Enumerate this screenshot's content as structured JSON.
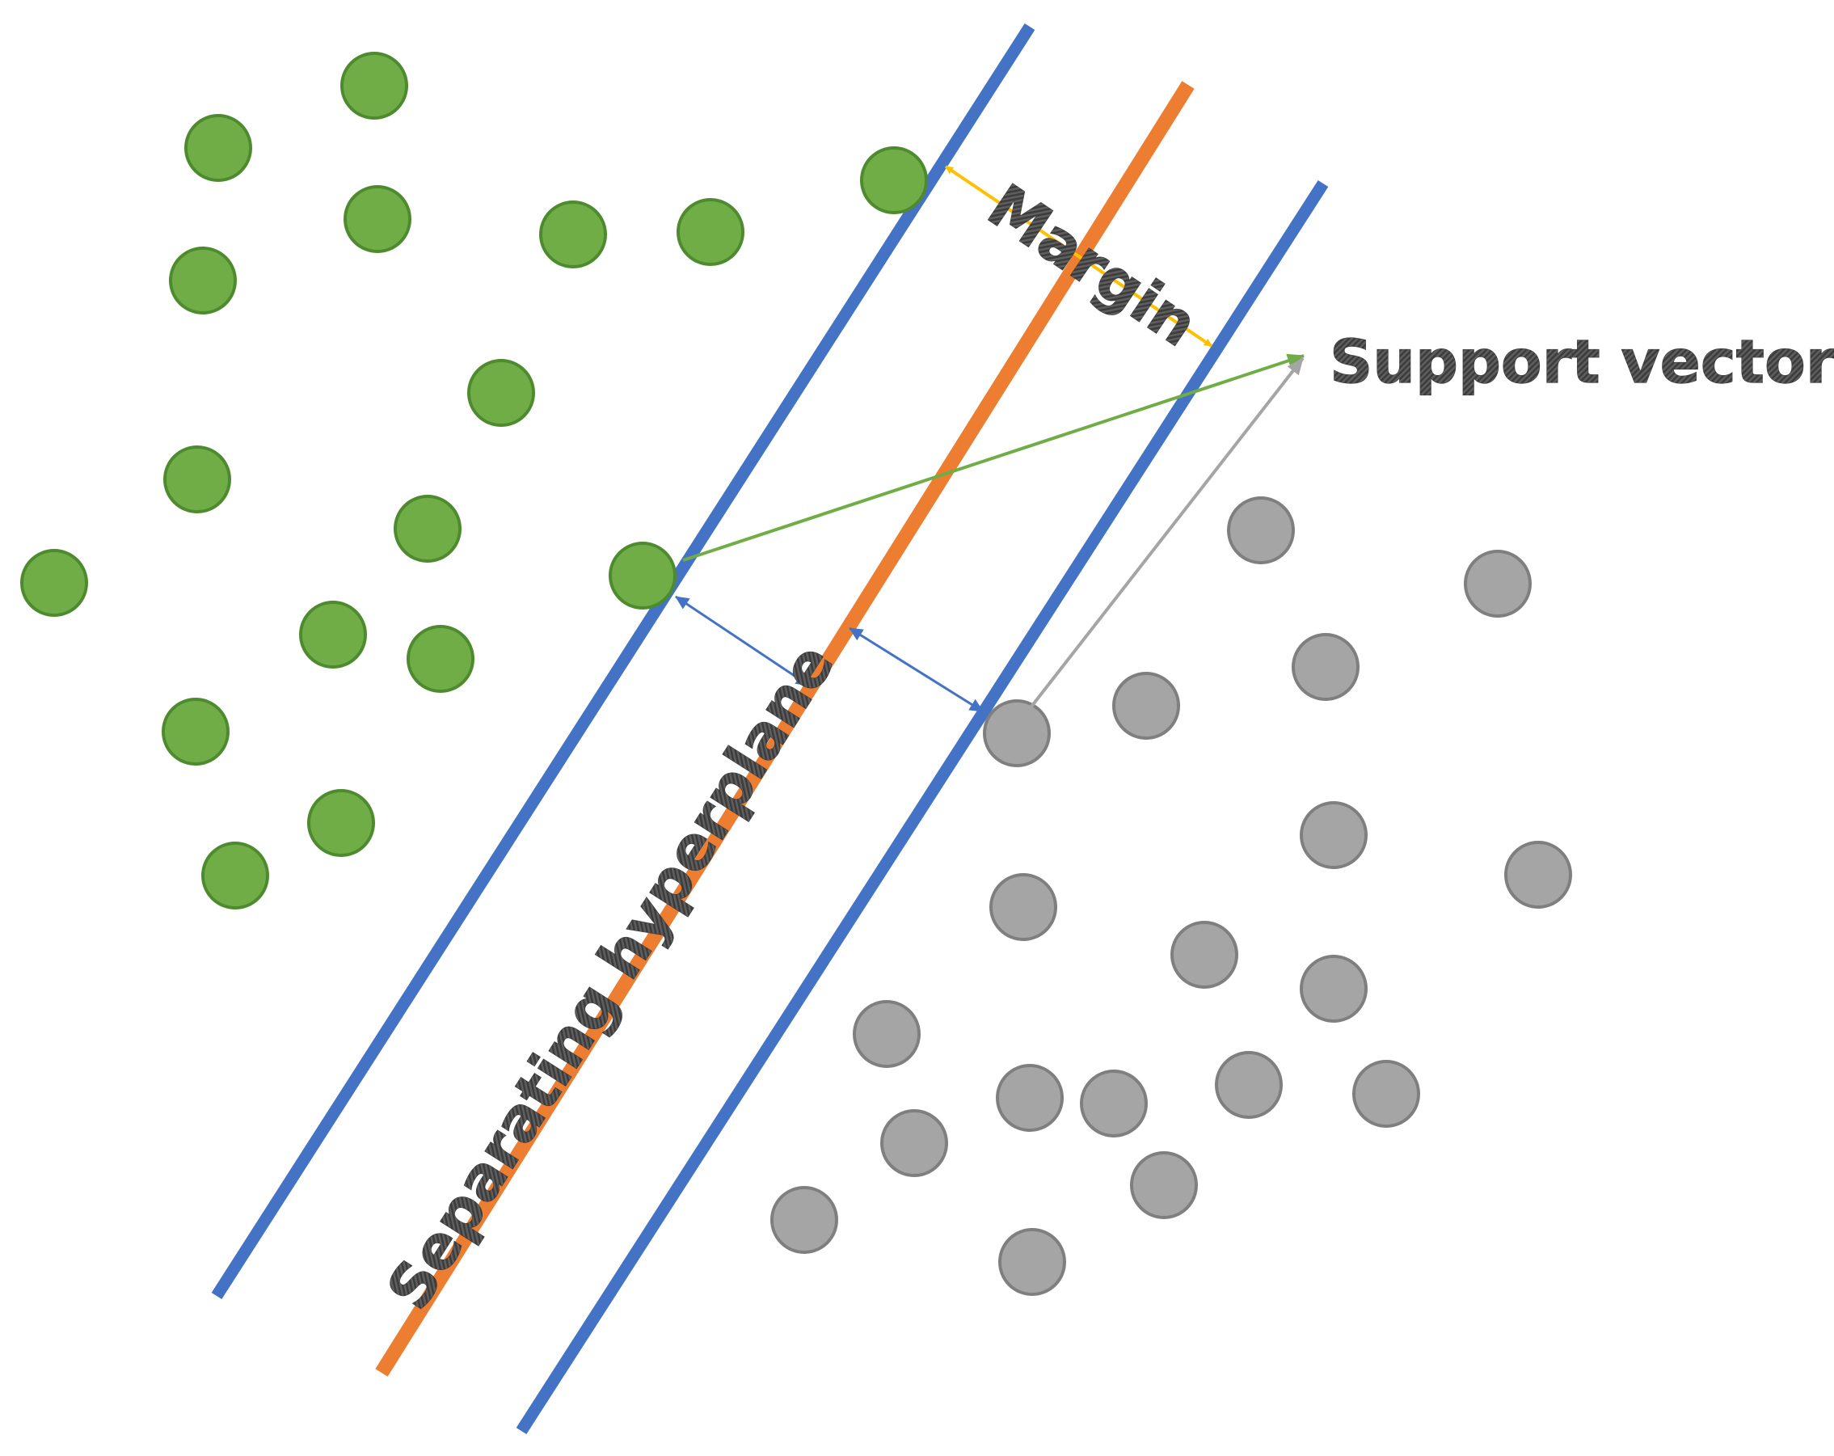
{
  "labels": {
    "margin": "Margin",
    "support_vectors": "Support vectors",
    "separating_hyperplane": "Separating hyperplane"
  },
  "colors": {
    "class_a_fill": "#70ad47",
    "class_a_stroke": "#4e8a2e",
    "class_b_fill": "#a5a5a5",
    "class_b_stroke": "#7f7f7f",
    "hyperplane": "#ed7d31",
    "margin_lines": "#4472c4",
    "margin_arrow": "#ffc000",
    "distance_arrows": "#4472c4",
    "pointer_green": "#70ad47",
    "pointer_gray": "#a5a5a5",
    "label_text": "#595959"
  }
}
